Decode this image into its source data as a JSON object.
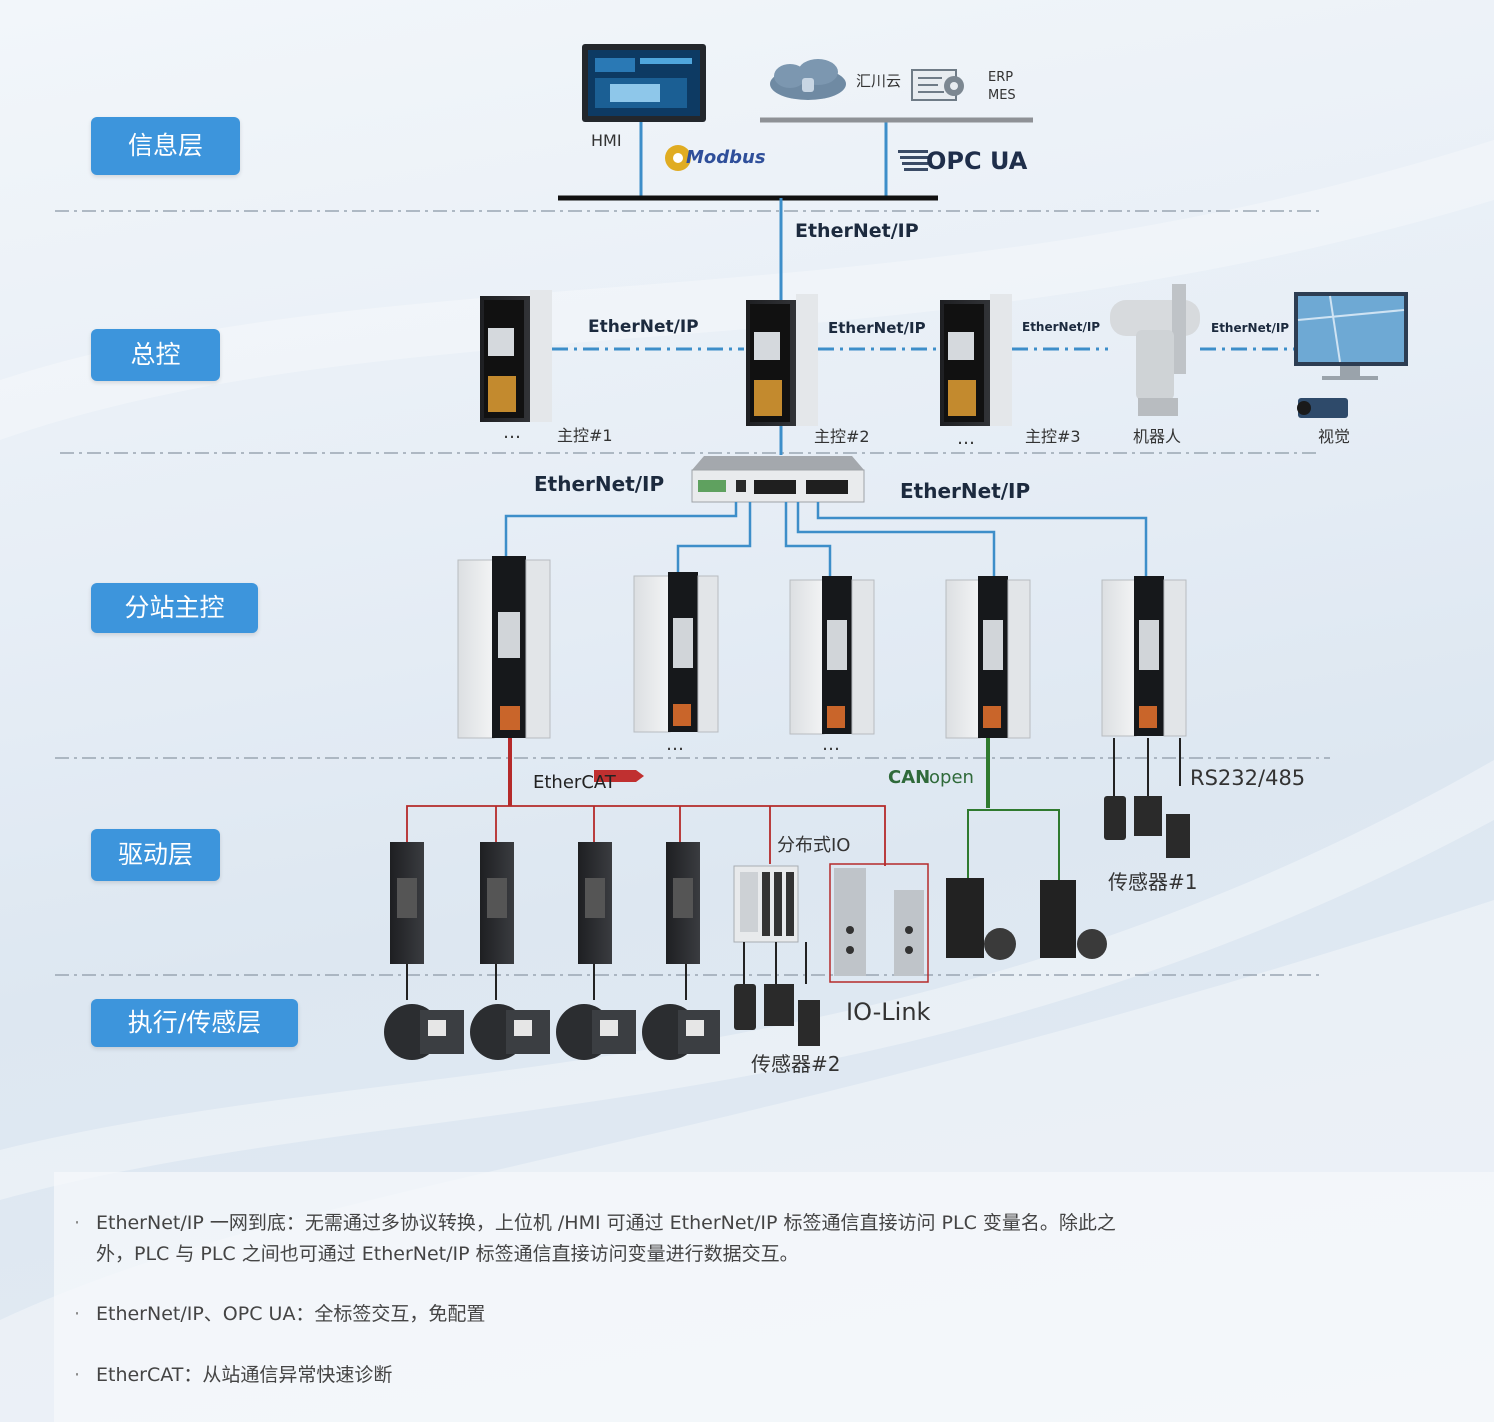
{
  "layers": {
    "info": "信息层",
    "master": "总控",
    "substation": "分站主控",
    "drive": "驱动层",
    "actuator": "执行/传感层"
  },
  "top": {
    "hmi": "HMI",
    "cloud": "汇川云",
    "erp": "ERP",
    "mes": "MES",
    "modbus": "Modbus",
    "opcua": "OPC UA"
  },
  "protocols": {
    "ethernet_ip": "EtherNet/IP",
    "ethercat": "EtherCAT",
    "canopen_can": "CAN",
    "canopen_open": "open",
    "rs": "RS232/485"
  },
  "controllers": {
    "master1": "主控#1",
    "master2": "主控#2",
    "master3": "主控#3",
    "robot": "机器人",
    "vision": "视觉",
    "ellipsis": "…"
  },
  "devices": {
    "distributed_io": "分布式IO",
    "io_link": "IO-Link",
    "sensor1": "传感器#1",
    "sensor2": "传感器#2"
  },
  "notes": [
    "EtherNet/IP 一网到底：无需通过多协议转换，上位机 /HMI 可通过 EtherNet/IP 标签通信直接访问 PLC 变量名。除此之外，PLC 与 PLC 之间也可通过 EtherNet/IP 标签通信直接访问变量进行数据交互。",
    "EtherNet/IP、OPC UA：全标签交互，免配置",
    "EtherCAT：从站通信异常快速诊断"
  ],
  "colors": {
    "layer_button": "#3d95dc",
    "ethernet_line": "#3d8ec9",
    "ethercat_line": "#b52a2a",
    "canopen_line": "#2f7a2f"
  }
}
